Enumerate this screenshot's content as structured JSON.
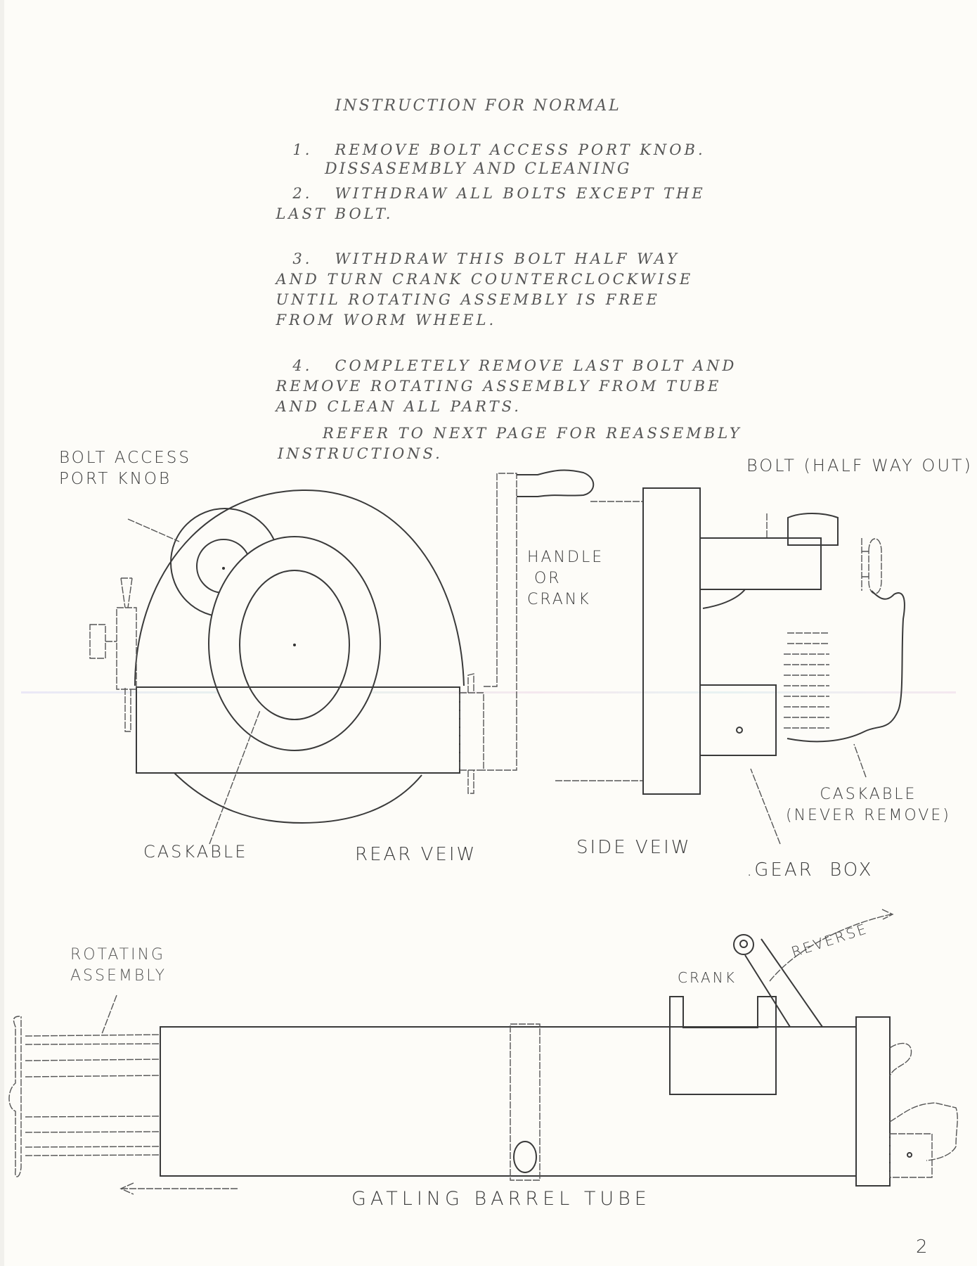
{
  "document": {
    "title_lines": [
      "INSTRUCTION FOR NORMAL",
      "DISSASEMBLY AND CLEANING"
    ],
    "steps": [
      {
        "number": "1.",
        "text": "REMOVE BOLT ACCESS PORT KNOB."
      },
      {
        "number": "2.",
        "text": "WITHDRAW ALL BOLTS EXCEPT THE\nLAST BOLT."
      },
      {
        "number": "3.",
        "text": "WITHDRAW THIS BOLT HALF WAY\nAND TURN CRANK COUNTERCLOCKWISE\nUNTIL ROTATING ASSEMBLY IS FREE\nFROM WORM WHEEL."
      },
      {
        "number": "4.",
        "text": "COMPLETELY REMOVE LAST BOLT AND\nREMOVE ROTATING ASSEMBLY FROM TUBE\nAND CLEAN ALL PARTS."
      }
    ],
    "note": "      REFER TO NEXT PAGE FOR REASSEMBLY\nINSTRUCTIONS.",
    "page_number": "2"
  },
  "rear_view": {
    "caption": "REAR VEIW",
    "labels": {
      "bolt_access_port_knob": "BOLT ACCESS\nPORT KNOB",
      "caskable": "CASKABLE",
      "handle_or_crank": "HANDLE\n OR\nCRANK"
    }
  },
  "side_view": {
    "caption": "SIDE VEIW",
    "labels": {
      "bolt_half_way_out": "BOLT (HALF WAY OUT)",
      "caskable_never_remove": "CASKABLE\n(NEVER REMOVE)",
      "gear_box": ".GEAR  BOX"
    }
  },
  "barrel_view": {
    "caption": "GATLING BARREL TUBE",
    "labels": {
      "rotating_assembly": "ROTATING\nASSEMBLY",
      "crank": "CRANK",
      "reverse": "REVERSE"
    }
  }
}
